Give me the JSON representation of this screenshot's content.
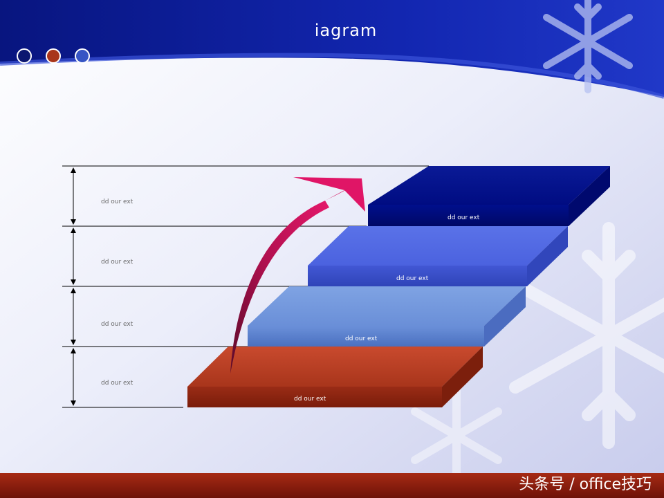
{
  "title": "iagram",
  "steps": [
    {
      "label": "dd our ext"
    },
    {
      "label": "dd our ext"
    },
    {
      "label": "dd our ext"
    },
    {
      "label": "dd our ext"
    }
  ],
  "left_labels": [
    {
      "label": "dd our ext"
    },
    {
      "label": "dd our ext"
    },
    {
      "label": "dd our ext"
    },
    {
      "label": "dd our ext"
    }
  ],
  "watermark": "头条号 / office技巧",
  "colors": {
    "header": "#0a1a8a",
    "step1": "#a8351b",
    "step2": "#6f95db",
    "step3": "#4c64e0",
    "step4": "#000c82",
    "arrow": "#c8145a"
  }
}
